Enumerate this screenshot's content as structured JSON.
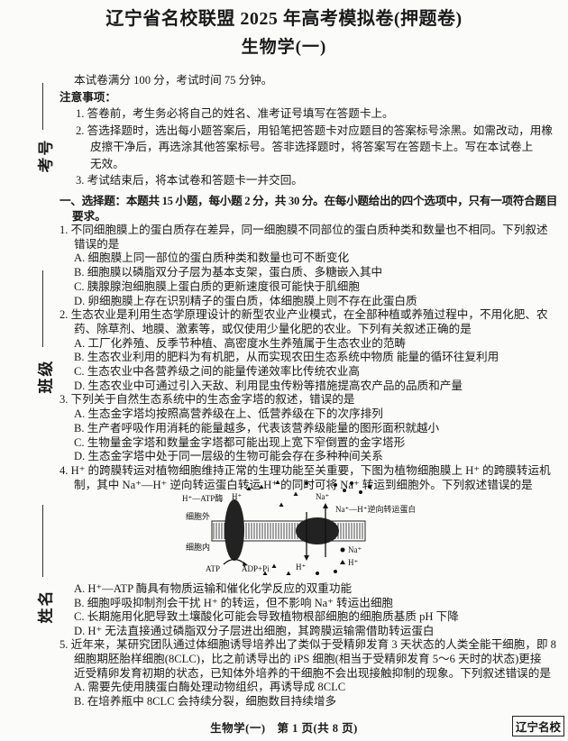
{
  "header": {
    "title": "辽宁省名校联盟 2025 年高考模拟卷(押题卷)",
    "subtitle": "生物学(一)"
  },
  "intro": "本试卷满分 100 分，考试时间 75 分钟。",
  "notice": {
    "heading": "注意事项：",
    "lines": [
      "1. 答卷前，考生务必将自己的姓名、准考证号填写在答题卡上。",
      "2. 答选择题时，选出每小题答案后，用铅笔把答题卡对应题目的答案标号涂黑。如需改动，用橡",
      "皮擦干净后，再选涂其他答案标号。答非选择题时，将答案写在答题卡上。写在本试卷上",
      "无效。",
      "3. 考试结束后，将本试卷和答题卡一并交回。"
    ]
  },
  "section": [
    "一、选择题：本题共 15 小题，每小题 2 分，共 30 分。在每小题给出的四个选项中，只有一项符合题目",
    "要求。"
  ],
  "questions_a": [
    {
      "stem": [
        "1. 不同细胞膜上的蛋白质存在差异，同一细胞膜不同部位的蛋白质种类和数量也不相同。下列叙述",
        "错误的是"
      ],
      "options": [
        "A. 细胞膜上同一部位的蛋白质种类和数量也可不断变化",
        "B. 细胞膜以磷脂双分子层为基本支架，蛋白质、多糖嵌入其中",
        "C. 胰腺腺泡细胞膜上蛋白质的更新速度很可能快于肌细胞",
        "D. 卵细胞膜上存在识别精子的蛋白质，体细胞膜上则不存在此蛋白质"
      ]
    },
    {
      "stem": [
        "2. 生态农业是利用生态学原理设计的新型农业产业模式，在全部种植或养殖过程中，不用化肥、农",
        "药、除草剂、地膜、激素等，或仅使用少量化肥的农业。下列有关叙述正确的是"
      ],
      "options": [
        "A. 工厂化养殖、反季节种植、高密度水生养殖属于生态农业的范畴",
        "B. 生态农业利用的肥料为有机肥，从而实现农田生态系统中物质 能量的循环往复利用",
        "C. 生态农业中各营养级之间的能量传递效率比传统农业高",
        "D. 生态农业中可通过引入天敌、利用昆虫传粉等措施提高农产品的品质和产量"
      ]
    },
    {
      "stem": [
        "3. 下列关于自然生态系统中的生态金字塔的叙述，错误的是"
      ],
      "options": [
        "A. 生态金字塔均按照高营养级在上、低营养级在下的次序排列",
        "B. 生产者呼吸作用消耗的能量越多，代表该营养级能量的图形面积就越小",
        "C. 生物量金字塔和数量金字塔都可能出现上宽下窄倒置的金字塔形",
        "D. 生态金字塔中处于同一层级的生物可能会存在多种种间关系"
      ]
    },
    {
      "stem": [
        "4. H⁺ 的跨膜转运对植物细胞维持正常的生理功能至关重要，下图为植物细胞膜上 H⁺ 的跨膜转运机",
        "制，其中 Na⁺—H⁺ 逆向转运蛋白转运 H⁺ 的同时可将 Na⁺ 转运到细胞外。下列叙述错误的是"
      ],
      "options": []
    }
  ],
  "diagram": {
    "h_atpase": "H⁺—ATP酶",
    "h_top": "H⁺",
    "outside": "细胞外",
    "inside": "细胞内",
    "atp": "ATP",
    "adp": "ADP+Pi",
    "na_top": "Na⁺",
    "antiporter": "Na⁺—H⁺逆向转运蛋白",
    "h_bottom": "H⁺",
    "legend_na": "Na⁺",
    "legend_h": "H⁺"
  },
  "questions_b": [
    {
      "stem": [],
      "options": [
        "A. H⁺—ATP 酶具有物质运输和催化化学反应的双重功能",
        "B. 细胞呼吸抑制剂会干扰 H⁺ 的转运，但不影响 Na⁺ 转运出细胞",
        "C. 长期施用化肥导致土壤酸化可能会导致植物根部细胞的细胞质基质 pH 下降",
        "D. H⁺ 无法直接通过磷脂双分子层进出细胞，其跨膜运输需借助转运蛋白"
      ]
    },
    {
      "stem": [
        "5. 近年来，某研究团队通过体细胞诱导培养出了类似于受精卵发育 3 天状态的人类全能干细胞，即 8",
        "细胞期胚胎样细胞(8CLC)，比之前诱导出的 iPS 细胞(相当于受精卵发育 5～6 天时的状态)更接",
        "近受精卵发育初期的状态，已知体外培养的干细胞不会出现接触抑制的现象。下列叙述错误的是"
      ],
      "options": [
        "A. 需要先使用胰蛋白酶处理动物组织，再诱导成 8CLC",
        "B. 在培养瓶中 8CLC 会持续分裂，细胞数目持续增多"
      ]
    }
  ],
  "sidebar": {
    "exam_no": "考号",
    "class": "班级",
    "name": "姓名"
  },
  "footer": {
    "text": "生物学(一)　第 1 页(共 8 页)",
    "stamp": "辽宁名校"
  }
}
